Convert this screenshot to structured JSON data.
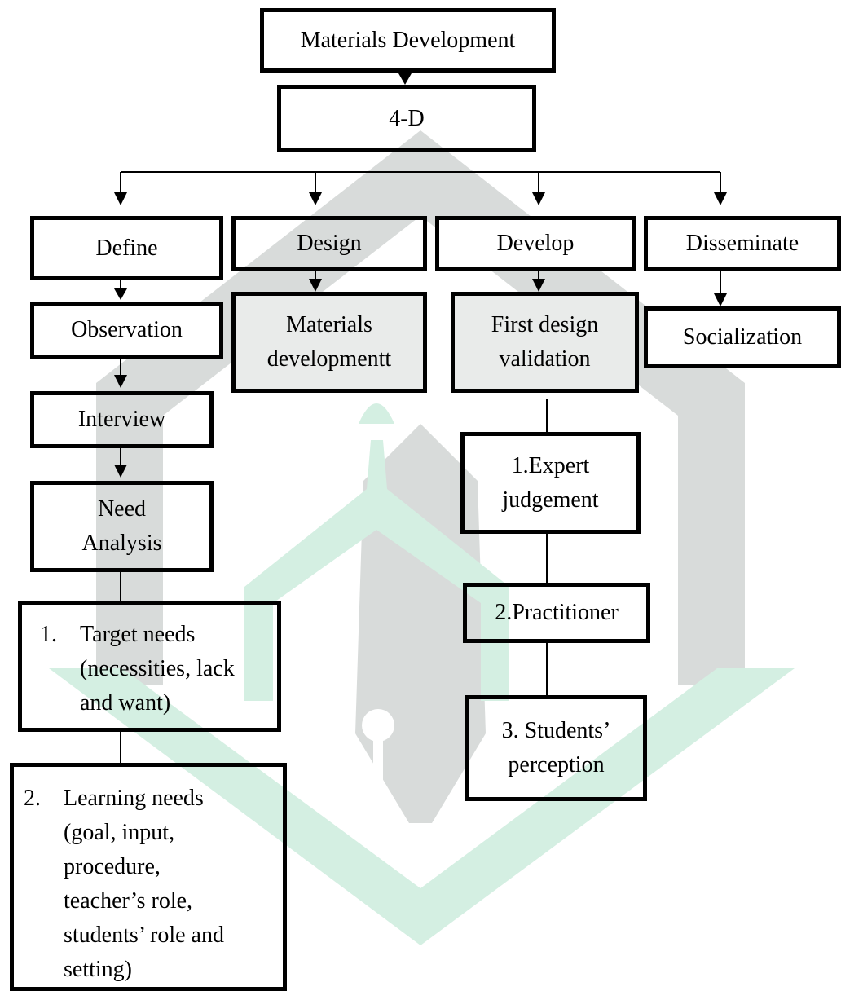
{
  "root": {
    "label": "Materials Development"
  },
  "model": {
    "label": "4-D"
  },
  "phases": {
    "define": "Define",
    "design": "Design",
    "develop": "Develop",
    "disseminate": "Disseminate"
  },
  "define_steps": {
    "observation": "Observation",
    "interview": "Interview",
    "need_analysis": [
      "Need",
      "Analysis"
    ],
    "target_needs": {
      "number": "1.",
      "lines": [
        "Target needs",
        "(necessities, lack",
        "and want)"
      ]
    },
    "learning_needs": {
      "number": "2.",
      "lines": [
        "Learning needs",
        "(goal, input,",
        "procedure,",
        "teacher’s role,",
        "students’ role and",
        "setting)"
      ]
    }
  },
  "design_steps": {
    "materials_development": [
      "Materials",
      "developmentt"
    ]
  },
  "develop_steps": {
    "first_design_validation": [
      "First design",
      "validation"
    ],
    "expert_judgement": [
      "1.Expert",
      "judgement"
    ],
    "practitioner": "2.Practitioner",
    "students_perception": [
      "3. Students’",
      "perception"
    ]
  },
  "disseminate_steps": {
    "socialization": "Socialization"
  },
  "colors": {
    "watermark_gray": "#d8dbda",
    "watermark_green": "#d4efe2",
    "box_gray": "#e9ebea",
    "line": "#000000"
  }
}
